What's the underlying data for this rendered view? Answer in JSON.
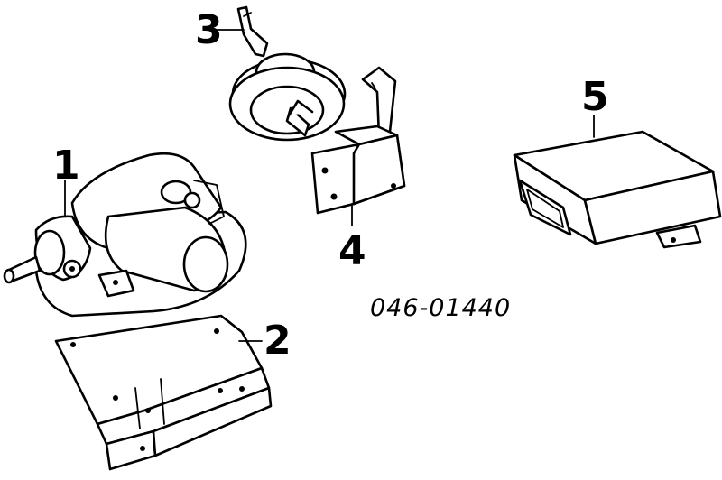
{
  "diagram": {
    "part_code": "046-01440",
    "callouts": [
      {
        "id": "1",
        "label": "1"
      },
      {
        "id": "2",
        "label": "2"
      },
      {
        "id": "3",
        "label": "3"
      },
      {
        "id": "4",
        "label": "4"
      },
      {
        "id": "5",
        "label": "5"
      }
    ]
  },
  "colors": {
    "ink": "#000000",
    "paper": "#ffffff"
  }
}
